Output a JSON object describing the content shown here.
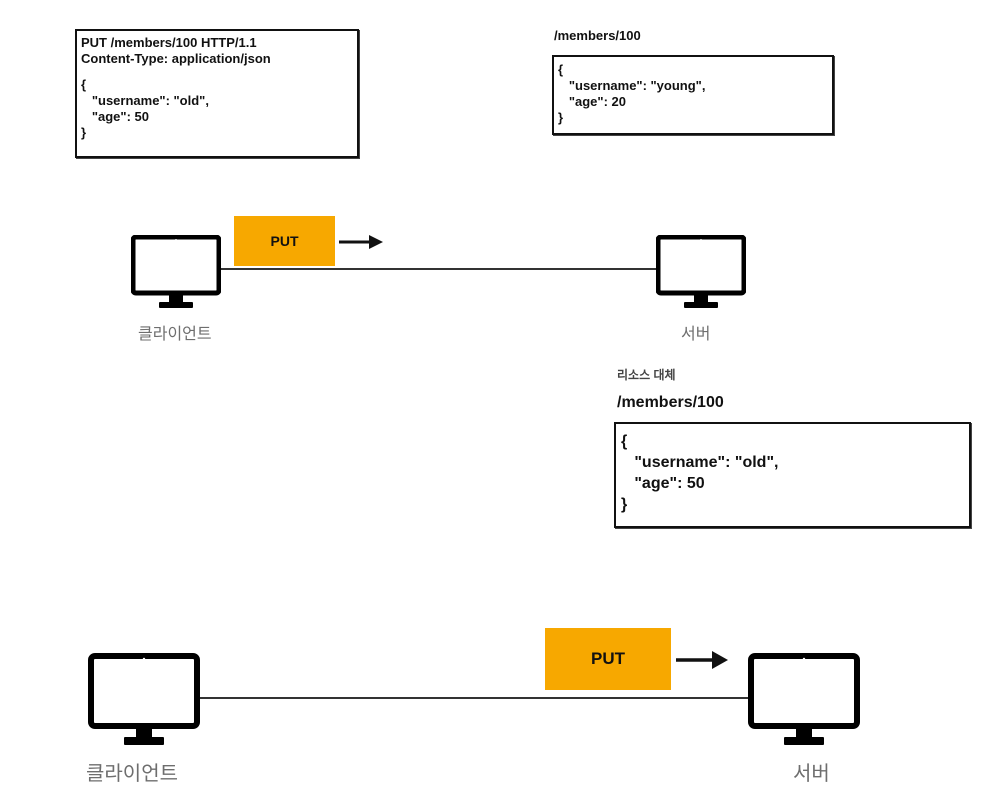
{
  "request_box": {
    "lines": [
      "PUT /members/100 HTTP/1.1",
      "Content-Type: application/json",
      "",
      "{",
      "   \"username\": \"old\",",
      "   \"age\": 50",
      "}"
    ]
  },
  "server_before": {
    "path": "/members/100",
    "lines": [
      "{",
      "   \"username\": \"young\",",
      "   \"age\": 20",
      "}"
    ]
  },
  "top_diagram": {
    "client_label": "클라이언트",
    "server_label": "서버",
    "method_label": "PUT"
  },
  "server_after": {
    "caption": "리소스 대체",
    "path": "/members/100",
    "lines": [
      "{",
      "   \"username\": \"old\",",
      "   \"age\": 50",
      "}"
    ]
  },
  "bottom_diagram": {
    "client_label": "클라이언트",
    "server_label": "서버",
    "method_label": "PUT"
  },
  "colors": {
    "method_box": "#f7a800",
    "border": "#111111",
    "label_gray": "#6e6e6e"
  },
  "icons": {
    "client": "monitor-icon",
    "server": "monitor-icon",
    "direction": "arrow-right-icon"
  }
}
